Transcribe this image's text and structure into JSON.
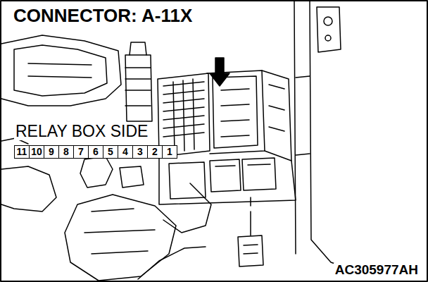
{
  "diagram": {
    "title": "CONNECTOR: A-11X",
    "nodes": [
      {
        "text": [
          "RELAY BOX SIDE"
        ]
      },
      {
        "text": [
          "11"
        ],
        "in": 0
      },
      {
        "text": [
          "10"
        ],
        "in": 0
      },
      {
        "text": [
          "9"
        ],
        "in": 0
      },
      {
        "text": [
          "8"
        ],
        "in": 0
      },
      {
        "text": [
          "7"
        ],
        "in": 0
      },
      {
        "text": [
          "6"
        ],
        "in": 0
      },
      {
        "text": [
          "5"
        ],
        "in": 0
      },
      {
        "text": [
          "4"
        ],
        "in": 0
      },
      {
        "text": [
          "3"
        ],
        "in": 0
      },
      {
        "text": [
          "2"
        ],
        "in": 0
      },
      {
        "text": [
          "1"
        ],
        "in": 0
      }
    ],
    "labels": [
      "AC305977AH"
    ]
  }
}
